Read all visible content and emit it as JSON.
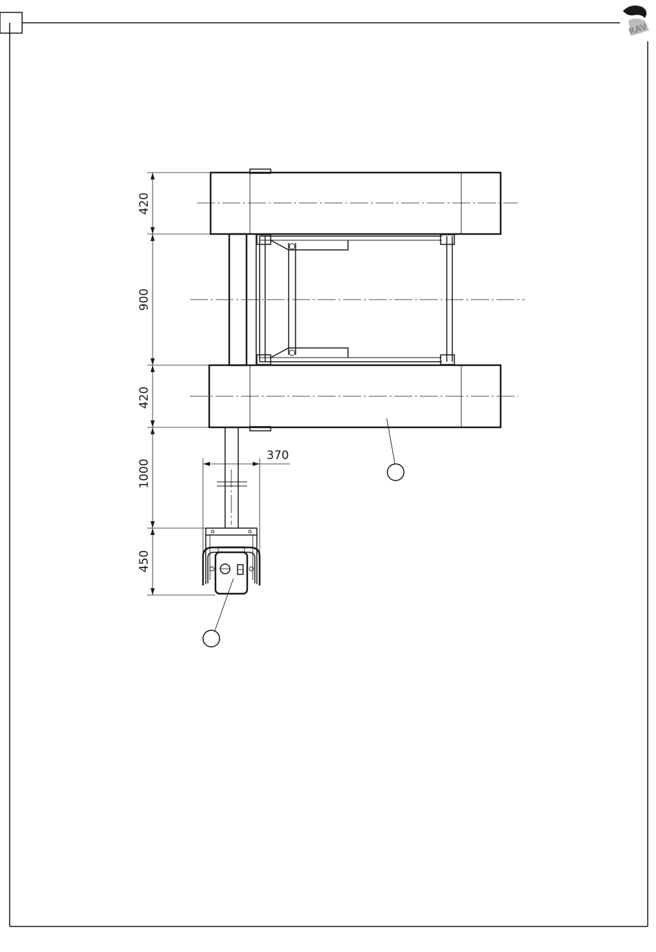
{
  "drawing": {
    "dimensions": {
      "beam_top": "420",
      "gap": "900",
      "beam_bottom": "420",
      "cable_length": "1000",
      "console_width": "370",
      "console_depth": "450"
    },
    "callouts": [
      "",
      ""
    ],
    "logo": {
      "text": "RAV",
      "icon": "rav-logo-icon"
    },
    "colors": {
      "line": "#1a1a1a",
      "logo": "#888888"
    }
  }
}
